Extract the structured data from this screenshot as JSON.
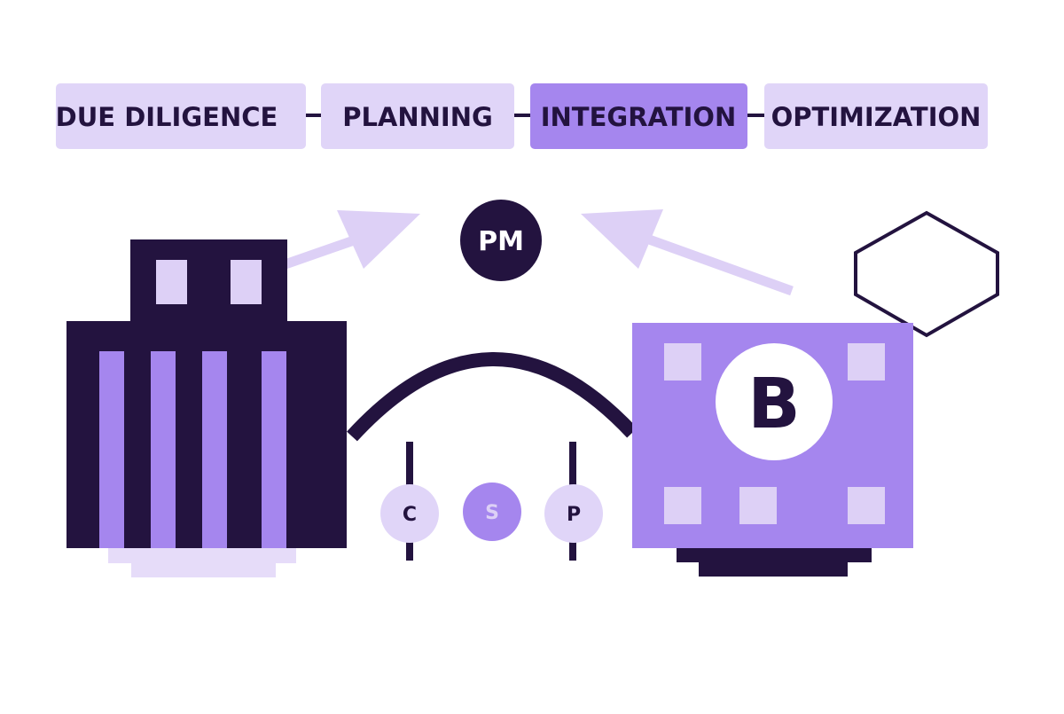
{
  "colors": {
    "dark": "#23133f",
    "purple": "#a586ee",
    "lavender": "#ddd0f6",
    "light_lavender": "#e6dcf9",
    "white": "#ffffff"
  },
  "phases": [
    {
      "label": "DUE DILIGENCE",
      "active": false
    },
    {
      "label": "PLANNING",
      "active": false
    },
    {
      "label": "INTEGRATION",
      "active": true
    },
    {
      "label": "OPTIMIZATION",
      "active": false
    }
  ],
  "pm_node": {
    "label": "PM"
  },
  "company_b": {
    "label": "B"
  },
  "connectors": [
    {
      "label": "C"
    },
    {
      "label": "S"
    },
    {
      "label": "P"
    }
  ],
  "icons": {
    "building_a": "office-building-icon",
    "building_b": "company-b-building-icon",
    "hexagon": "hexagon-icon",
    "arrow_left": "arrow-icon",
    "arrow_right": "arrow-icon"
  }
}
